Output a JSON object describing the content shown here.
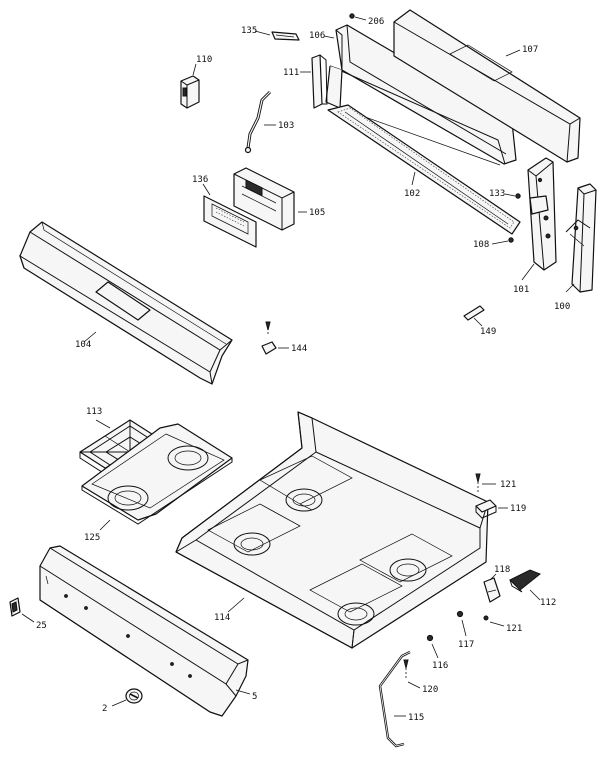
{
  "labels": {
    "l206": "206",
    "l135": "135",
    "l106": "106",
    "l107": "107",
    "l110": "110",
    "l111": "111",
    "l103": "103",
    "l102": "102",
    "l136": "136",
    "l105": "105",
    "l133": "133",
    "l108": "108",
    "l101": "101",
    "l100": "100",
    "l149": "149",
    "l104": "104",
    "l144": "144",
    "l113": "113",
    "l125": "125",
    "l121a": "121",
    "l119": "119",
    "l118": "118",
    "l112": "112",
    "l121b": "121",
    "l117": "117",
    "l116": "116",
    "l120": "120",
    "l115": "115",
    "l114": "114",
    "l25": "25",
    "l2": "2",
    "l5": "5"
  }
}
